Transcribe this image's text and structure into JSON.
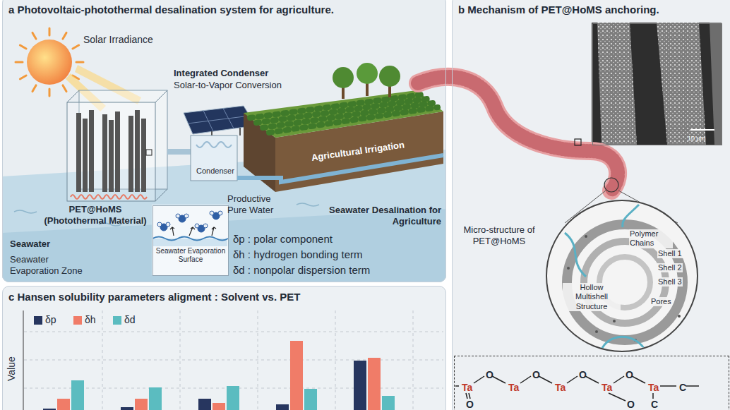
{
  "diagram": {
    "nodes": [
      {
        "text": [
          "a Photovoltaic-photothermal desalination system for agriculture."
        ]
      },
      {
        "text": [
          "Seawater Evaporation Surface"
        ],
        "in": 0
      },
      {
        "text": [
          "b Mechanism of PET@HoMS anchoring."
        ]
      },
      {
        "text": [
          "10 µm"
        ],
        "in": 2
      },
      {
        "text": [
          "Polymer Chains",
          "Shell 1",
          "Shell 2",
          "Shell 3",
          "Hollow Multishell Structure",
          "Pores"
        ],
        "in": 2
      },
      {
        "text": [
          "Ta",
          "O",
          "Ta",
          "O",
          "Ta",
          "O",
          "Ta",
          "O",
          "Ta",
          "C",
          "O",
          "O",
          "C"
        ],
        "in": 2
      },
      {
        "text": [
          "c Hansen solubility parameters aligment : Solvent vs. PET"
        ]
      }
    ],
    "labels": [
      "Solar Irradiance",
      "Integrated Condenser",
      "Solar-to-Vapor Conversion",
      "Condenser",
      "PET@HoMS (Photothermal Material)",
      "Productive Pure Water",
      "Agricultural Irrigation",
      "Seawater Desalination for Agriculture",
      "Seawater",
      "Seawater Evaporation Zone",
      "δp : polar component",
      "δh : hydrogen bonding term",
      "δd : nonpolar dispersion term",
      "Micro-structure of PET@HoMS",
      "Value"
    ],
    "legend": [
      {
        "text": "δp",
        "color": "#27365f"
      },
      {
        "text": "δh",
        "color": "#f07c68"
      },
      {
        "text": "δd",
        "color": "#5bbcc0"
      }
    ]
  }
}
